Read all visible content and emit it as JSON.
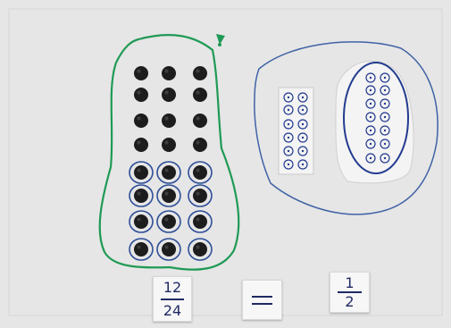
{
  "photo": {
    "fraction_card": {
      "numerator": "12",
      "denominator": "24"
    },
    "equals_card": {
      "symbol": "="
    },
    "half_card": {
      "numerator": "1",
      "denominator": "2"
    },
    "counters": {
      "total": 24,
      "circled": 12
    }
  },
  "colors": {
    "paper": "#e6e6e6",
    "green_string": "#1f9a55",
    "blue_string": "#3f62a5",
    "counter": "#1e1d1d",
    "ink": "#1f2a63"
  }
}
